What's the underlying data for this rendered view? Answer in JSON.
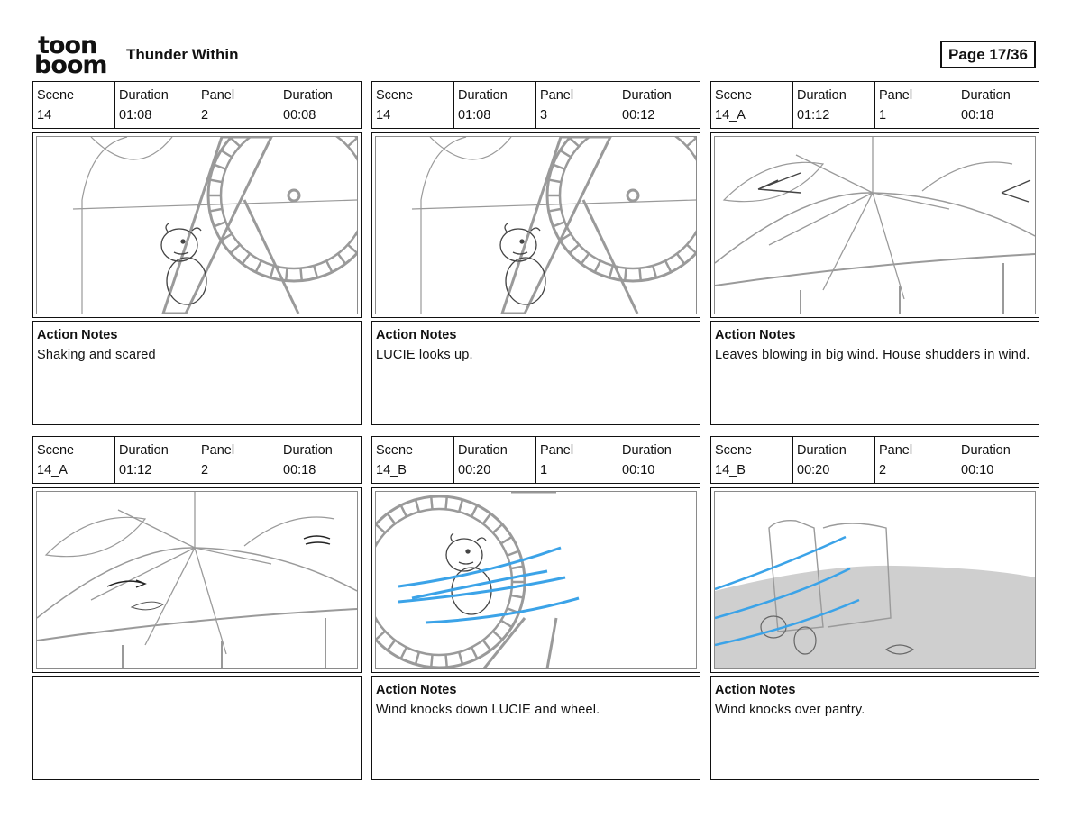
{
  "header": {
    "logo_line1": "toon",
    "logo_line2": "boom",
    "title": "Thunder Within",
    "page": "Page 17/36"
  },
  "labels": {
    "scene": "Scene",
    "duration": "Duration",
    "panel": "Panel",
    "action_notes": "Action Notes"
  },
  "panels": [
    {
      "scene": "14",
      "scene_duration": "01:08",
      "panel": "2",
      "panel_duration": "00:08",
      "notes": "Shaking and scared",
      "show_notes_title": true
    },
    {
      "scene": "14",
      "scene_duration": "01:08",
      "panel": "3",
      "panel_duration": "00:12",
      "notes": "LUCIE looks up.",
      "show_notes_title": true
    },
    {
      "scene": "14_A",
      "scene_duration": "01:12",
      "panel": "1",
      "panel_duration": "00:18",
      "notes": "Leaves blowing in big wind. House shudders in wind.",
      "show_notes_title": true
    },
    {
      "scene": "14_A",
      "scene_duration": "01:12",
      "panel": "2",
      "panel_duration": "00:18",
      "notes": "",
      "show_notes_title": false
    },
    {
      "scene": "14_B",
      "scene_duration": "00:20",
      "panel": "1",
      "panel_duration": "00:10",
      "notes": "Wind knocks down LUCIE and wheel.",
      "show_notes_title": true
    },
    {
      "scene": "14_B",
      "scene_duration": "00:20",
      "panel": "2",
      "panel_duration": "00:10",
      "notes": "Wind knocks over pantry.",
      "show_notes_title": true
    }
  ],
  "colors": {
    "wind_stroke": "#3ba3e8",
    "sketch_stroke": "#9a9a9a",
    "shadow_fill": "#cfcfcf"
  }
}
